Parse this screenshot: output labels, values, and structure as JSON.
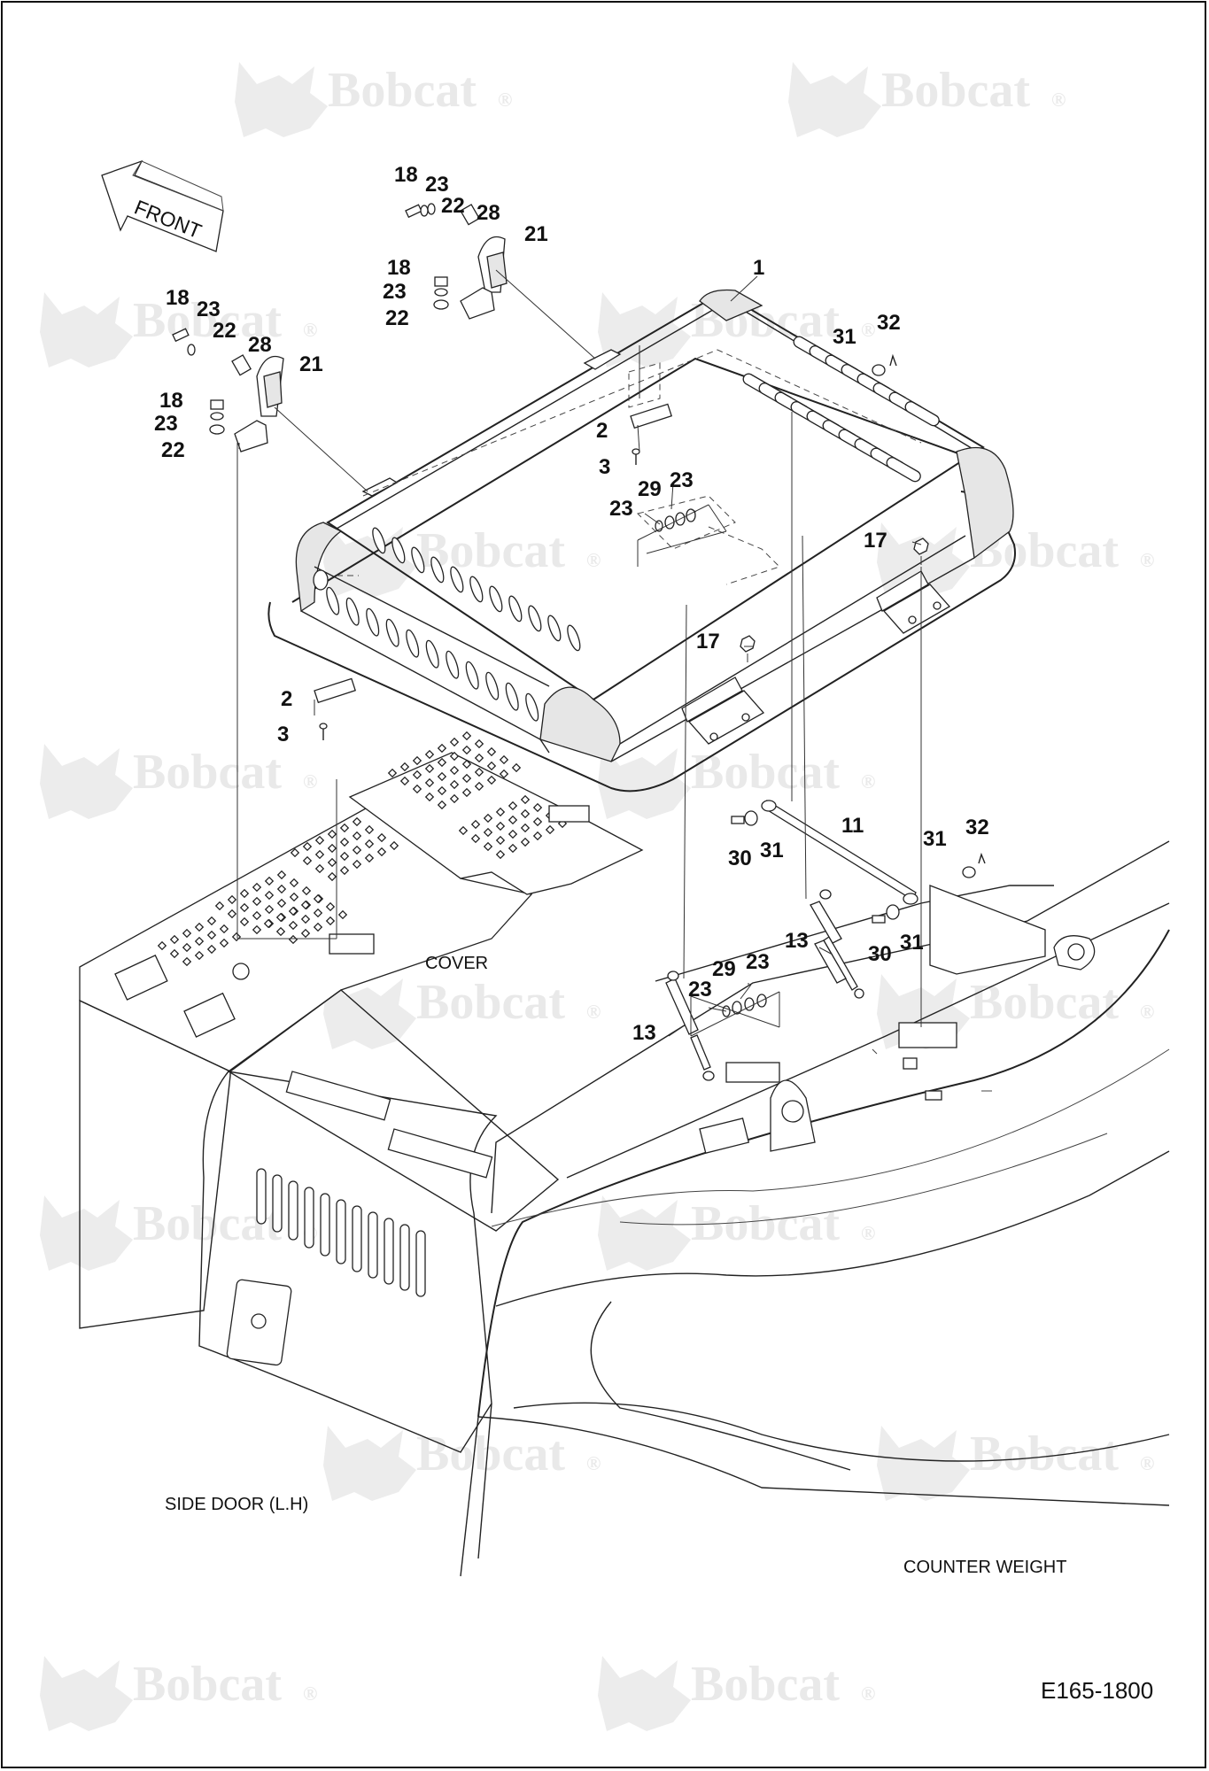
{
  "watermark": {
    "text": "Bobcat",
    "mark": "®"
  },
  "orientation": {
    "front_label": "FRONT"
  },
  "labels": {
    "cover": "COVER",
    "side_door": "SIDE DOOR (L.H)",
    "counter_weight": "COUNTER WEIGHT"
  },
  "drawing_number": "E165-1800",
  "callouts": [
    {
      "id": "c18a",
      "text": "18"
    },
    {
      "id": "c23a",
      "text": "23"
    },
    {
      "id": "c22a",
      "text": "22"
    },
    {
      "id": "c28a",
      "text": "28"
    },
    {
      "id": "c21a",
      "text": "21"
    },
    {
      "id": "c18b",
      "text": "18"
    },
    {
      "id": "c23b",
      "text": "23"
    },
    {
      "id": "c22b",
      "text": "22"
    },
    {
      "id": "c18c",
      "text": "18"
    },
    {
      "id": "c23c",
      "text": "23"
    },
    {
      "id": "c22c",
      "text": "22"
    },
    {
      "id": "c28c",
      "text": "28"
    },
    {
      "id": "c21c",
      "text": "21"
    },
    {
      "id": "c18d",
      "text": "18"
    },
    {
      "id": "c23d",
      "text": "23"
    },
    {
      "id": "c22d",
      "text": "22"
    },
    {
      "id": "c1",
      "text": "1"
    },
    {
      "id": "c31a",
      "text": "31"
    },
    {
      "id": "c32a",
      "text": "32"
    },
    {
      "id": "c2a",
      "text": "2"
    },
    {
      "id": "c3a",
      "text": "3"
    },
    {
      "id": "c23e",
      "text": "23"
    },
    {
      "id": "c29a",
      "text": "29"
    },
    {
      "id": "c23f",
      "text": "23"
    },
    {
      "id": "c17a",
      "text": "17"
    },
    {
      "id": "c17b",
      "text": "17"
    },
    {
      "id": "c2b",
      "text": "2"
    },
    {
      "id": "c3b",
      "text": "3"
    },
    {
      "id": "c11",
      "text": "11"
    },
    {
      "id": "c30a",
      "text": "30"
    },
    {
      "id": "c31b",
      "text": "31"
    },
    {
      "id": "c31c",
      "text": "31"
    },
    {
      "id": "c32b",
      "text": "32"
    },
    {
      "id": "c13a",
      "text": "13"
    },
    {
      "id": "c30b",
      "text": "30"
    },
    {
      "id": "c31d",
      "text": "31"
    },
    {
      "id": "c29b",
      "text": "29"
    },
    {
      "id": "c23g",
      "text": "23"
    },
    {
      "id": "c23h",
      "text": "23"
    },
    {
      "id": "c13b",
      "text": "13"
    }
  ]
}
